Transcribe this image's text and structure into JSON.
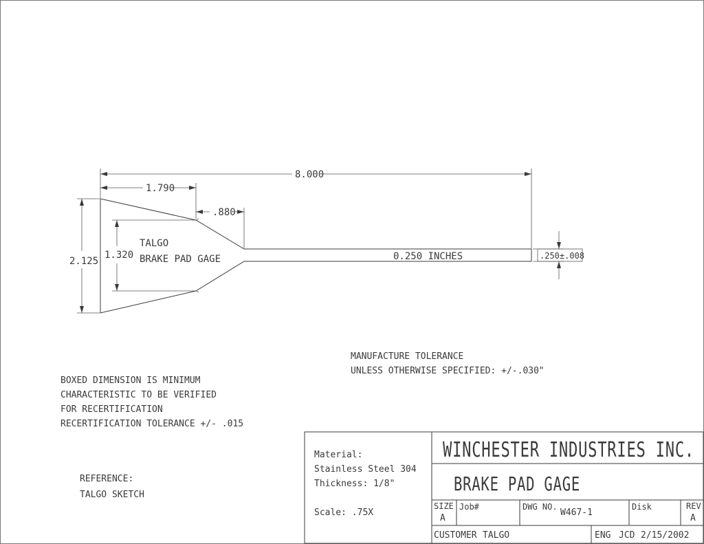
{
  "part": {
    "label_line1": "TALGO",
    "label_line2": "BRAKE PAD GAGE",
    "stem_label": "0.250 INCHES"
  },
  "dimensions": {
    "overall_length": "8.000",
    "head_length": "1.790",
    "taper_length": ".880",
    "overall_height": "2.125",
    "inner_height": "1.320",
    "stem_width_boxed": ".250±.008"
  },
  "notes": {
    "manufacture_tolerance": [
      "MANUFACTURE TOLERANCE",
      "UNLESS OTHERWISE SPECIFIED: +/-.030\""
    ],
    "boxed_dimension": [
      "BOXED DIMENSION IS MINIMUM",
      "CHARACTERISTIC TO BE VERIFIED",
      "FOR RECERTIFICATION",
      "RECERTIFICATION TOLERANCE +/- .015"
    ],
    "reference": [
      "REFERENCE:",
      "TALGO SKETCH"
    ]
  },
  "title_block": {
    "material_label": "Material:",
    "material_value": "Stainless Steel 304",
    "thickness": "Thickness: 1/8\"",
    "scale": "Scale: .75X",
    "company": "WINCHESTER INDUSTRIES INC.",
    "drawing_title": "BRAKE PAD GAGE",
    "size_label": "SIZE",
    "size_value": "A",
    "job_label": "Job#",
    "dwg_label": "DWG NO.",
    "dwg_value": "W467-1",
    "disk_label": "Disk",
    "rev_label": "REV",
    "rev_value": "A",
    "customer_label": "CUSTOMER",
    "customer_value": "TALGO",
    "eng_label": "ENG",
    "eng_value": "JCD",
    "date": "2/15/2002"
  }
}
